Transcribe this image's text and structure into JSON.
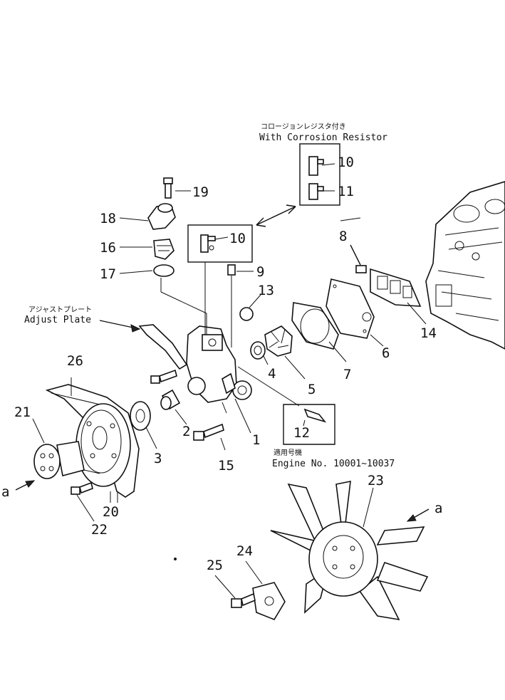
{
  "notes": {
    "corrosion_jp": "コロージョンレジスタ付き",
    "corrosion_en": "With Corrosion Resistor",
    "adjust_jp": "アジャストプレート",
    "adjust_en": "Adjust Plate",
    "engine_jp": "適用号機",
    "engine_en": "Engine No. 10001~10037"
  },
  "view_marker": "a",
  "parts": {
    "p1": "1",
    "p2": "2",
    "p3": "3",
    "p4": "4",
    "p5": "5",
    "p6": "6",
    "p7": "7",
    "p8": "8",
    "p9": "9",
    "p10a": "10",
    "p10b": "10",
    "p11": "11",
    "p12": "12",
    "p13": "13",
    "p14": "14",
    "p15": "15",
    "p16": "16",
    "p17": "17",
    "p18": "18",
    "p19": "19",
    "p20": "20",
    "p21": "21",
    "p22": "22",
    "p23": "23",
    "p24": "24",
    "p25": "25",
    "p26": "26"
  }
}
